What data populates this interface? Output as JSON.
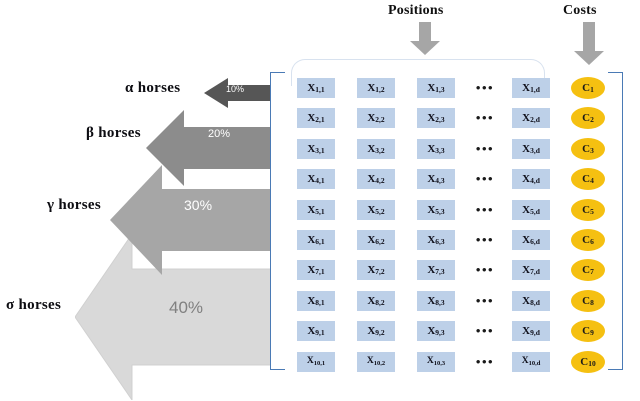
{
  "headers": {
    "positions": "Positions",
    "costs": "Costs",
    "positions_arrow_icon": "down-arrow-icon",
    "costs_arrow_icon": "down-arrow-icon"
  },
  "groups": [
    {
      "label": "α horses",
      "percent": "10%",
      "color": "#565656"
    },
    {
      "label": "β horses",
      "percent": "20%",
      "color": "#8c8c8c"
    },
    {
      "label": "γ horses",
      "percent": "30%",
      "color": "#a6a6a6"
    },
    {
      "label": "σ horses",
      "percent": "40%",
      "color": "#d9d9d9"
    }
  ],
  "matrix": {
    "row_count": 10,
    "column_labels": [
      "1",
      "2",
      "3",
      "…",
      "d"
    ],
    "ellipsis": "•••",
    "rows": [
      {
        "cells": [
          "X",
          "X",
          "X",
          "X"
        ],
        "subs": [
          "1,1",
          "1,2",
          "1,3",
          "1,d"
        ],
        "cost": "C",
        "cost_sub": "1"
      },
      {
        "cells": [
          "X",
          "X",
          "X",
          "X"
        ],
        "subs": [
          "2,1",
          "2,2",
          "2,3",
          "2,d"
        ],
        "cost": "C",
        "cost_sub": "2"
      },
      {
        "cells": [
          "X",
          "X",
          "X",
          "X"
        ],
        "subs": [
          "3,1",
          "3,2",
          "3,3",
          "3,d"
        ],
        "cost": "C",
        "cost_sub": "3"
      },
      {
        "cells": [
          "X",
          "X",
          "X",
          "X"
        ],
        "subs": [
          "4,1",
          "4,2",
          "4,3",
          "4,d"
        ],
        "cost": "C",
        "cost_sub": "4"
      },
      {
        "cells": [
          "X",
          "X",
          "X",
          "X"
        ],
        "subs": [
          "5,1",
          "5,2",
          "5,3",
          "5,d"
        ],
        "cost": "C",
        "cost_sub": "5"
      },
      {
        "cells": [
          "X",
          "X",
          "X",
          "X"
        ],
        "subs": [
          "6,1",
          "6,2",
          "6,3",
          "6,d"
        ],
        "cost": "C",
        "cost_sub": "6"
      },
      {
        "cells": [
          "X",
          "X",
          "X",
          "X"
        ],
        "subs": [
          "7,1",
          "7,2",
          "7,3",
          "7,d"
        ],
        "cost": "C",
        "cost_sub": "7"
      },
      {
        "cells": [
          "X",
          "X",
          "X",
          "X"
        ],
        "subs": [
          "8,1",
          "8,2",
          "8,3",
          "8,d"
        ],
        "cost": "C",
        "cost_sub": "8"
      },
      {
        "cells": [
          "X",
          "X",
          "X",
          "X"
        ],
        "subs": [
          "9,1",
          "9,2",
          "9,3",
          "9,d"
        ],
        "cost": "C",
        "cost_sub": "9"
      },
      {
        "cells": [
          "X",
          "X",
          "X",
          "X"
        ],
        "subs": [
          "10,1",
          "10,2",
          "10,3",
          "10,d"
        ],
        "cost": "C",
        "cost_sub": "10"
      }
    ]
  },
  "colors": {
    "cell_fill": "#bdd0e8",
    "cost_fill": "#f5c011",
    "bracket": "#4a7ab5",
    "header_arrow": "#a6a6a6",
    "text": "#111111"
  }
}
